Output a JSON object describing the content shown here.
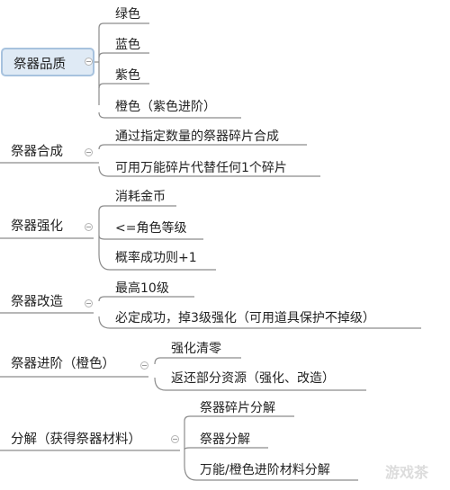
{
  "mindmap": {
    "branches": [
      {
        "label": "祭器品质",
        "children": [
          "绿色",
          "蓝色",
          "紫色",
          "橙色（紫色进阶）"
        ]
      },
      {
        "label": "祭器合成",
        "children": [
          "通过指定数量的祭器碎片合成",
          "可用万能碎片代替任何1个碎片"
        ]
      },
      {
        "label": "祭器强化",
        "children": [
          "消耗金币",
          "<=角色等级",
          "概率成功则+1"
        ]
      },
      {
        "label": "祭器改造",
        "children": [
          "最高10级",
          "必定成功，掉3级强化（可用道具保护不掉级）"
        ]
      },
      {
        "label": "祭器进阶（橙色）",
        "children": [
          "强化清零",
          "返还部分资源（强化、改造）"
        ]
      },
      {
        "label": "分解（获得祭器材料）",
        "children": [
          "祭器碎片分解",
          "祭器分解",
          "万能/橙色进阶材料分解"
        ]
      }
    ]
  },
  "watermark": "游戏茶"
}
